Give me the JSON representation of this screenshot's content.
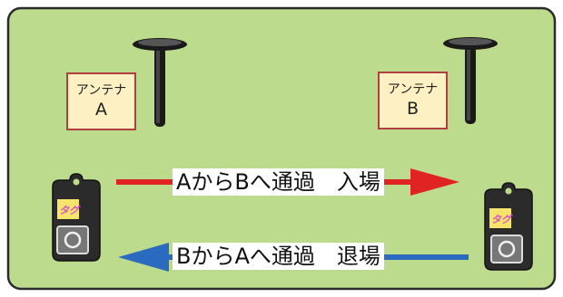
{
  "colors": {
    "background": "#bddb8c",
    "antenna": "#1a1a1a",
    "label_fill": "#fdf0c2",
    "label_border": "#b04040",
    "entry_arrow": "#e02424",
    "exit_arrow": "#2a6bc0",
    "tag_body": "#2b2b2b",
    "tag_label_fill": "#f7e46a",
    "tag_label_text": "#d84fc8"
  },
  "antenna_a": {
    "line1": "アンテナ",
    "line2": "A"
  },
  "antenna_b": {
    "line1": "アンテナ",
    "line2": "B"
  },
  "entry": {
    "text": "AからBへ通過　入場"
  },
  "exit": {
    "text": "BからAへ通過　退場"
  },
  "tag": {
    "label": "タグ"
  },
  "icons": [
    "antenna-icon",
    "rfid-tag-icon"
  ]
}
